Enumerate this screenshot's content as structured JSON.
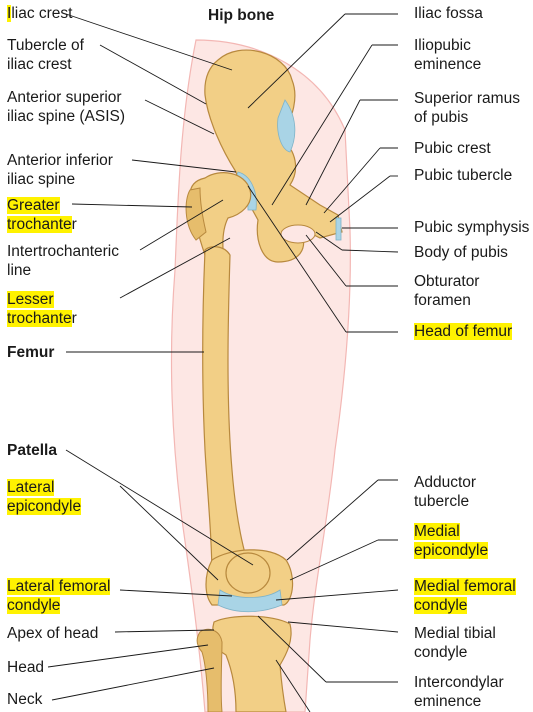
{
  "colors": {
    "bone": "#f2cf86",
    "bone_shade": "#d9ad5c",
    "bone_outline": "#b8893e",
    "cartilage": "#a9d4e6",
    "skin": "#fde7e4",
    "skin_edge": "#f3b7b4",
    "highlight": "#fff200",
    "leader": "#1a1a1a"
  },
  "title": "Hip bone",
  "labels_left": {
    "iliac_crest": {
      "hl": "I",
      "rest": "liac crest"
    },
    "tubercle_iliac_crest": [
      "Tubercle of",
      "iliac crest"
    ],
    "asis": [
      "Anterior superior",
      "iliac spine (ASIS)"
    ],
    "aiis": [
      "Anterior inferior",
      "iliac spine"
    ],
    "greater_trochanter": {
      "line1": "Greater",
      "line2_hl": "trochante",
      "line2_rest": "r"
    },
    "intertrochanteric_line": [
      "Intertrochanteric",
      "line"
    ],
    "lesser_trochanter": {
      "line1": "Lesser",
      "line2_hl": "trochante",
      "line2_rest": "r"
    },
    "femur": "Femur",
    "patella": "Patella",
    "lateral_epicondyle": [
      "Lateral",
      "epicondyle"
    ],
    "lateral_femoral_condyle": [
      "Lateral femoral",
      "condyle"
    ],
    "apex_of_head": "Apex of head",
    "head": "Head",
    "neck": "Neck"
  },
  "labels_right": {
    "iliac_fossa": "Iliac fossa",
    "iliopubic_eminence": [
      "Iliopubic",
      "eminence"
    ],
    "superior_ramus": [
      "Superior ramus",
      "of pubis"
    ],
    "pubic_crest": "Pubic crest",
    "pubic_tubercle": "Pubic tubercle",
    "pubic_symphysis": "Pubic symphysis",
    "body_of_pubis": "Body of pubis",
    "obturator_foramen": [
      "Obturator",
      "foramen"
    ],
    "head_of_femur": "Head of femur",
    "adductor_tubercle": [
      "Adductor",
      "tubercle"
    ],
    "medial_epicondyle": [
      "Medial",
      "epicondyle"
    ],
    "medial_femoral_condyle": [
      "Medial femoral",
      "condyle"
    ],
    "medial_tibial_condyle": [
      "Medial tibial",
      "condyle"
    ],
    "intercondylar_eminence": [
      "Intercondylar",
      "eminence"
    ]
  }
}
